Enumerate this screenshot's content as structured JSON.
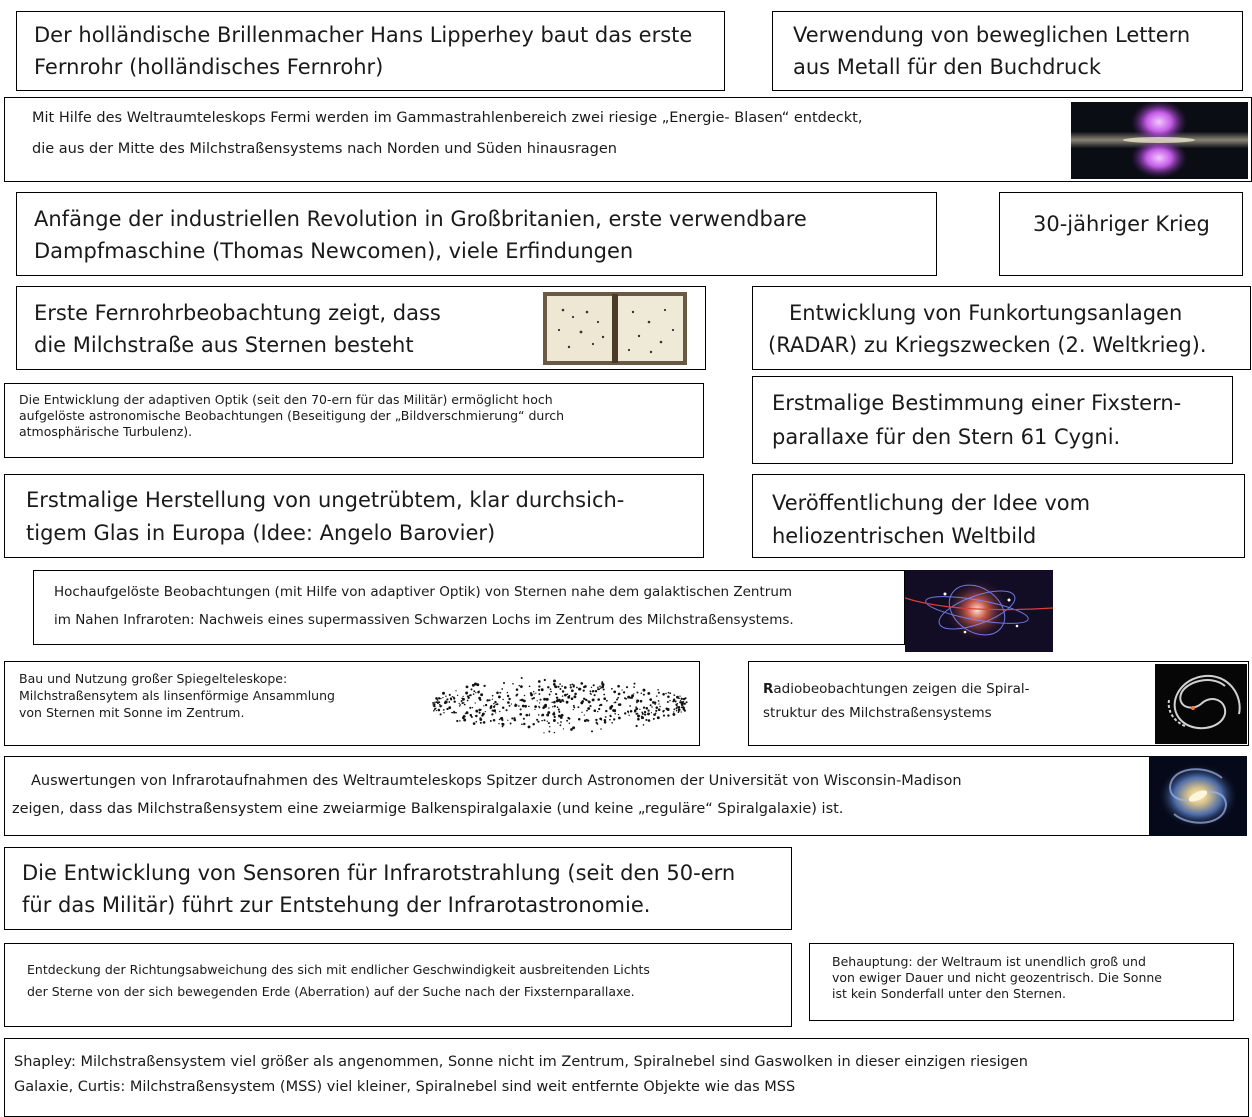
{
  "cards": {
    "lipperhey": [
      "Der holländische Brillenmacher Hans Lipperhey baut das erste",
      "Fernrohr (holländisches Fernrohr)"
    ],
    "lettern": [
      "Verwendung von beweglichen Lettern",
      "aus Metall für den Buchdruck"
    ],
    "fermi": [
      "Mit Hilfe des Weltraumteleskops Fermi werden im Gammastrahlenbereich zwei riesige „Energie- Blasen“ entdeckt,",
      "die aus der Mitte des Milchstraßensystems nach Norden und Süden hinausragen"
    ],
    "industrie": [
      "Anfänge der industriellen Revolution in Großbritanien, erste verwendbare",
      "Dampfmaschine (Thomas Newcomen), viele Erfindungen"
    ],
    "krieg": [
      "30-jähriger Krieg"
    ],
    "fernrohrbeobachtung": [
      "Erste Fernrohrbeobachtung zeigt, dass",
      "die Milchstraße aus Sternen besteht"
    ],
    "radar": [
      "Entwicklung von Funkortungsanlagen",
      "(RADAR) zu Kriegszwecken (2. Weltkrieg)."
    ],
    "adaptiv": [
      "Die Entwicklung der adaptiven Optik (seit den 70-ern für das Militär) ermöglicht hoch",
      "aufgelöste astronomische Beobachtungen (Beseitigung der „Bildverschmierung“ durch",
      "atmosphärische Turbulenz)."
    ],
    "parallaxe": [
      "Erstmalige Bestimmung einer Fixstern-",
      "parallaxe für den Stern 61 Cygni."
    ],
    "glas": [
      "Erstmalige Herstellung von ungetrübtem, klar durchsich-",
      "tigem Glas in Europa  (Idee: Angelo Barovier)"
    ],
    "helio": [
      "Veröffentlichung der Idee vom",
      "heliozentrischen Weltbild"
    ],
    "schwarzesloch": [
      "Hochaufgelöste Beobachtungen (mit Hilfe von adaptiver Optik) von Sternen nahe dem galaktischen Zentrum",
      "im Nahen Infraroten: Nachweis  eines supermassiven Schwarzen Lochs im Zentrum des Milchstraßensystems."
    ],
    "spiegel": [
      "Bau und Nutzung großer Spiegelteleskope:",
      "Milchstraßensytem als linsenförmige Ansammlung",
      "von Sternen mit Sonne im Zentrum."
    ],
    "radio": {
      "initial": "R",
      "line1_rest": "adiobeobachtungen zeigen die Spiral-",
      "line2": "struktur des Milchstraßensystems"
    },
    "spitzer": [
      "Auswertungen von Infrarotaufnahmen des Weltraumteleskops Spitzer durch Astronomen der Universität von Wisconsin-Madison",
      "zeigen, dass das Milchstraßensystem eine zweiarmige Balkenspiralgalaxie (und keine „reguläre“ Spiralgalaxie) ist."
    ],
    "sensoren": [
      "Die Entwicklung von Sensoren für Infrarotstrahlung (seit den 50-ern",
      "für das Militär) führt zur Entstehung der Infrarotastronomie."
    ],
    "aberration": [
      "Entdeckung der Richtungsabweichung des sich mit endlicher Geschwindigkeit ausbreitenden Lichts",
      "der Sterne von der sich bewegenden Erde (Aberration) auf der Suche nach der Fixsternparallaxe."
    ],
    "unendlich": [
      "Behauptung: der Weltraum ist unendlich groß und",
      "von ewiger Dauer und nicht geozentrisch. Die Sonne",
      "ist kein Sonderfall unter den Sternen."
    ],
    "shapley": [
      "Shapley: Milchstraßensystem viel größer als angenommen, Sonne nicht im Zentrum, Spiralnebel sind Gaswolken in dieser einzigen riesigen",
      "Galaxie, Curtis: Milchstraßensystem (MSS) viel kleiner, Spiralnebel sind weit entfernte Objekte wie das MSS"
    ]
  },
  "images": {
    "fermi": "fermi-bubbles-image",
    "book": "open-book-star-chart-image",
    "blackhole": "galactic-center-orbits-image",
    "herschel": "star-distribution-drawing",
    "radio": "spiral-structure-map-image",
    "galaxy": "barred-spiral-galaxy-image"
  }
}
